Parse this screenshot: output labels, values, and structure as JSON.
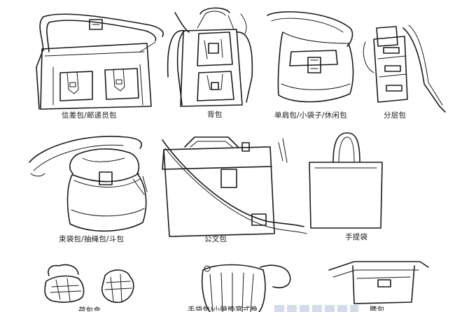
{
  "captions": {
    "messenger": "信差包/邮递员包",
    "backpack": "背包",
    "shoulder": "单肩包/小袋子/休闲包",
    "layered": "分层包",
    "bucket": "束袋包/抽绳包/斗包",
    "briefcase": "公文包",
    "tote": "手提袋",
    "clutch": "手袋包/小腋晚宴式晚",
    "purse": "荷包盒",
    "waist": "腰包"
  }
}
